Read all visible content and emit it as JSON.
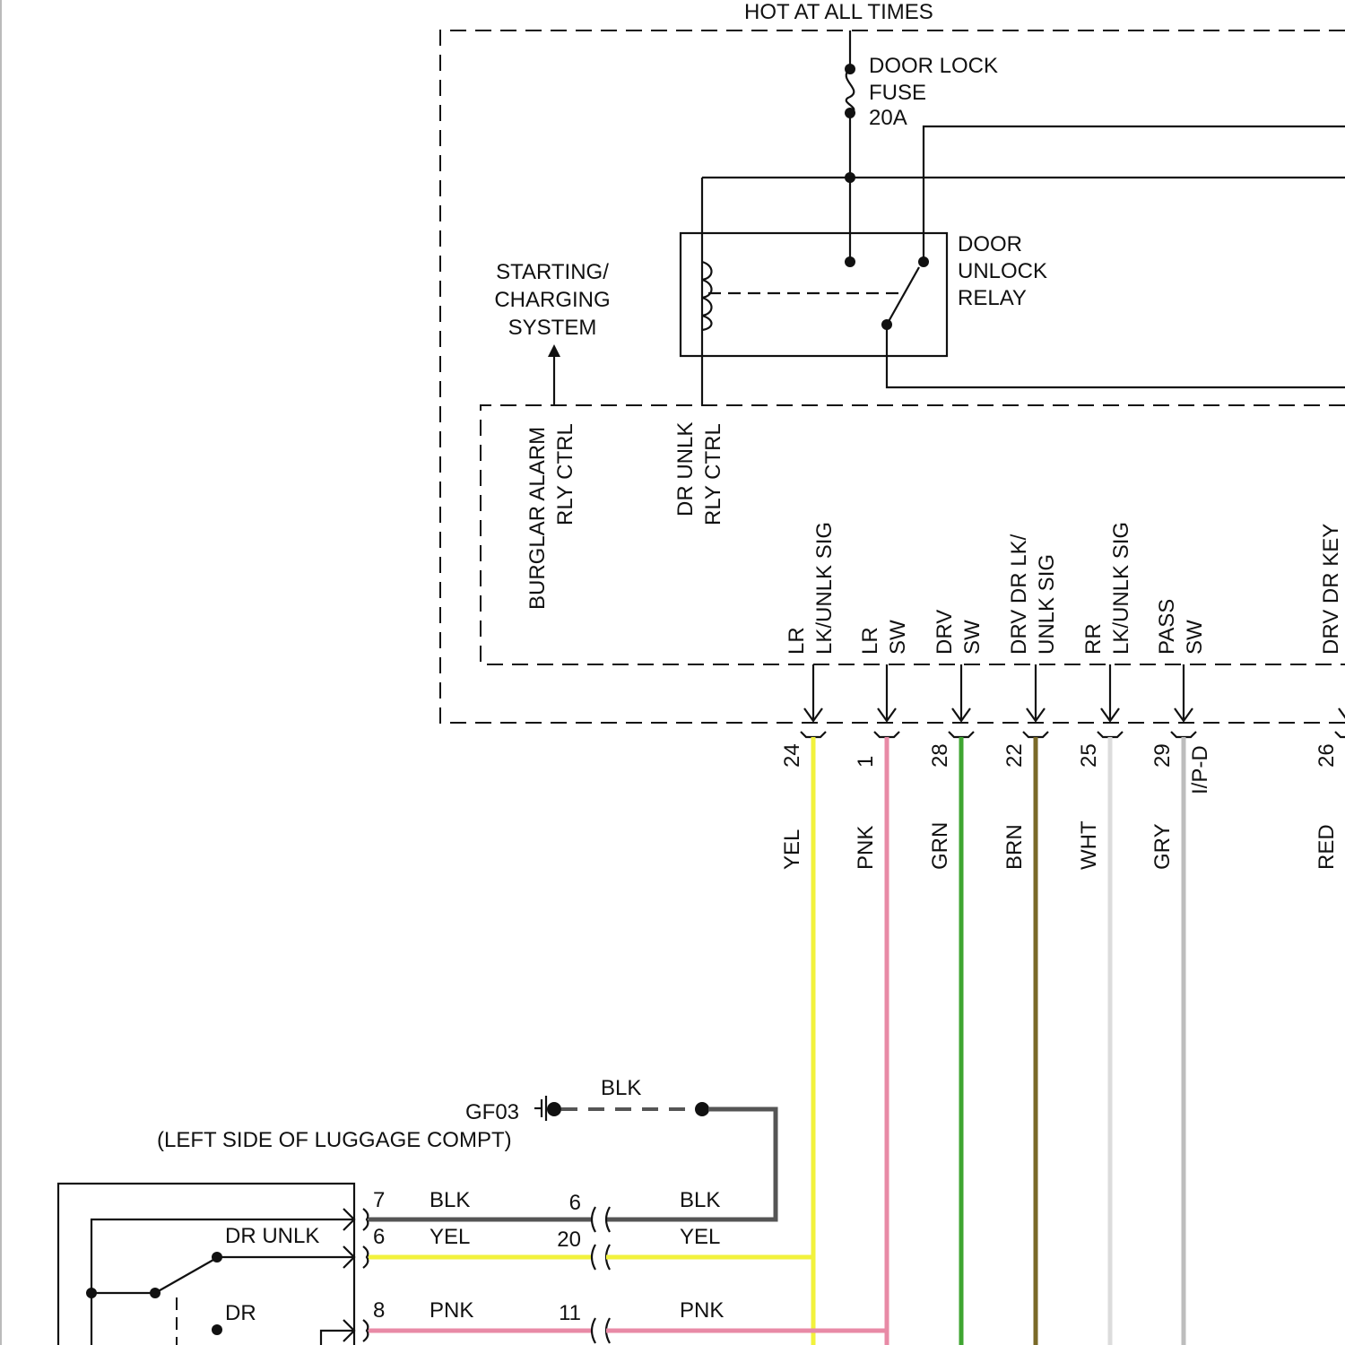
{
  "top": {
    "hot_label": "HOT AT ALL TIMES",
    "fuse_label": [
      "DOOR LOCK",
      "FUSE",
      "20A"
    ]
  },
  "relay": {
    "label": [
      "DOOR",
      "UNLOCK",
      "RELAY"
    ]
  },
  "starting": {
    "label": [
      "STARTING/",
      "CHARGING",
      "SYSTEM"
    ]
  },
  "module_labels": {
    "burglar_alarm": [
      "BURGLAR ALARM",
      "RLY CTRL"
    ],
    "dr_unlk": [
      "DR UNLK",
      "RLY CTRL"
    ]
  },
  "pins": [
    {
      "label": [
        "LR",
        "LK/UNLK SIG"
      ],
      "pin": "24",
      "color_name": "YEL",
      "color": "#f2f23c"
    },
    {
      "label": [
        "LR",
        "SW"
      ],
      "pin": "1",
      "color_name": "PNK",
      "color": "#e88aa6"
    },
    {
      "label": [
        "DRV",
        "SW"
      ],
      "pin": "28",
      "color_name": "GRN",
      "color": "#3fa532"
    },
    {
      "label": [
        "DRV DR LK/",
        "UNLK SIG"
      ],
      "pin": "22",
      "color_name": "BRN",
      "color": "#7a6a28"
    },
    {
      "label": [
        "RR",
        "LK/UNLK SIG"
      ],
      "pin": "25",
      "color_name": "WHT",
      "color": "#dcdcdc"
    },
    {
      "label": [
        "PASS",
        "SW"
      ],
      "pin": "29",
      "color_name": "GRY",
      "color": "#bdbdbd"
    },
    {
      "label": [
        "DRV DR KEY",
        ""
      ],
      "pin": "26",
      "color_name": "RED",
      "color": "#d33"
    }
  ],
  "connector_id": "I/P-D",
  "ground": {
    "id": "GF03",
    "location": "(LEFT SIDE OF LUGGAGE COMPT)",
    "wire": "BLK"
  },
  "lower_connector": {
    "rows": [
      {
        "left_pin": "7",
        "left_color": "BLK",
        "mid_pin": "6",
        "right_color": "BLK"
      },
      {
        "left_pin": "6",
        "left_color": "YEL",
        "mid_pin": "20",
        "right_color": "YEL"
      },
      {
        "left_pin": "8",
        "left_color": "PNK",
        "mid_pin": "11",
        "right_color": "PNK"
      }
    ]
  },
  "switch": {
    "labels": [
      "DR UNLK",
      "DR"
    ]
  }
}
